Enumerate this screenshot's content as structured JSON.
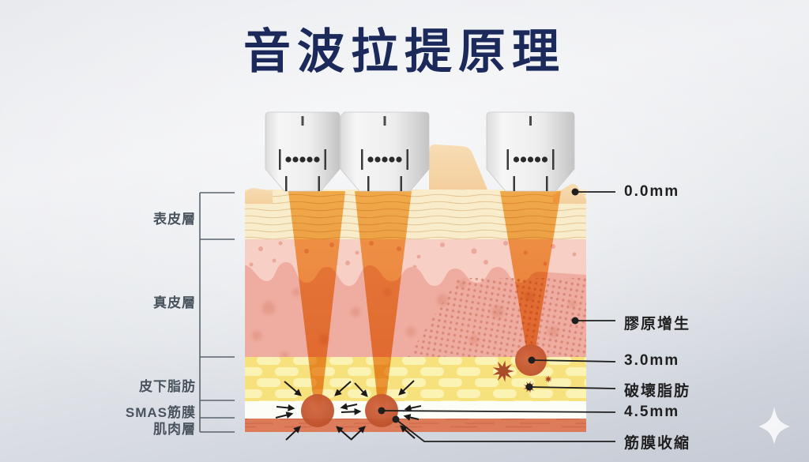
{
  "title": "音波拉提原理",
  "skin_layers": {
    "items": [
      {
        "label": "表皮層"
      },
      {
        "label": "真皮層"
      },
      {
        "label": "皮下脂肪"
      },
      {
        "label": "SMAS筋膜"
      },
      {
        "label": "肌肉層"
      }
    ]
  },
  "annotations": {
    "items": [
      {
        "label": "0.0mm"
      },
      {
        "label": "膠原增生"
      },
      {
        "label": "3.0mm"
      },
      {
        "label": "破壞脂肪"
      },
      {
        "label": "4.5mm"
      },
      {
        "label": "筋膜收縮"
      }
    ]
  },
  "icons": {
    "sparkle": "four-point-sparkle",
    "transducer_dots": "•••••"
  },
  "colors": {
    "title": "#1b2a5a",
    "label_left": "#49535d",
    "label_right": "#1f1f1f",
    "epidermis": "#f8ecca",
    "dermis_upper": "#f8cfc5",
    "dermis_lower": "#efaca0",
    "fat": "#f6e17c",
    "smas": "#fdfdf8",
    "muscle": "#dc7c5b",
    "beam": "#f6ae4b",
    "focus_spot": "#c0512e",
    "mound": "#f6d6a8"
  }
}
